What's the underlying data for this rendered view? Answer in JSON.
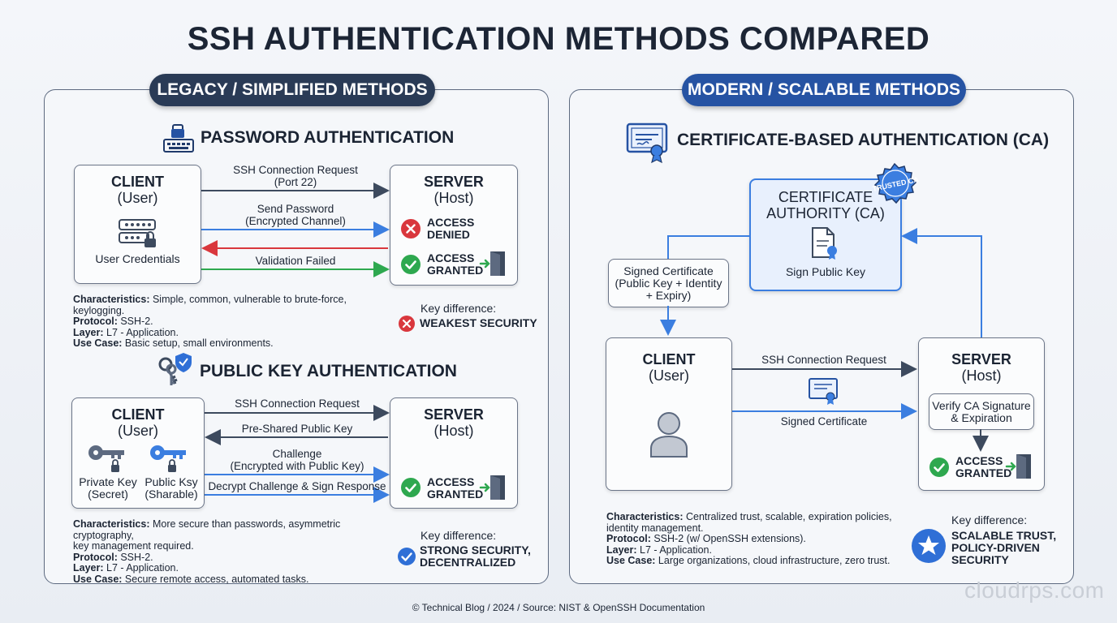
{
  "title": "SSH AUTHENTICATION METHODS COMPARED",
  "left_panel": {
    "header": "LEGACY / SIMPLIFIED METHODS",
    "password": {
      "heading": "PASSWORD AUTHENTICATION",
      "client_title": "CLIENT",
      "client_sub": "(User)",
      "client_caption": "User Credentials",
      "server_title": "SERVER",
      "server_sub": "(Host)",
      "arrows": [
        "SSH Connection Request",
        "(Port 22)",
        "Send Password",
        "(Encrypted Channel)",
        "Validation Failed"
      ],
      "denied": [
        "ACCESS",
        "DENIED"
      ],
      "granted": [
        "ACCESS",
        "GRANTED"
      ],
      "char_label": "Characteristics:",
      "char_text": " Simple, common, vulnerable to brute-force, keylogging.",
      "protocol_label": "Protocol:",
      "protocol_text": " SSH-2.",
      "layer_label": "Layer:",
      "layer_text": " L7 - Application.",
      "usecase_label": "Use Case:",
      "usecase_text": " Basic setup, small environments.",
      "keydiff_label": "Key difference:",
      "keydiff_value": "WEAKEST SECURITY"
    },
    "publickey": {
      "heading": "PUBLIC KEY AUTHENTICATION",
      "client_title": "CLIENT",
      "client_sub": "(User)",
      "private_key": [
        "Private Key",
        "(Secret)"
      ],
      "public_key": [
        "Public Ksy",
        "(Sharable)"
      ],
      "server_title": "SERVER",
      "server_sub": "(Host)",
      "arrows": [
        "SSH Connection Request",
        "Pre-Shared Public Key",
        "Challenge",
        "(Encrypted with Public Key)",
        "Decrypt Challenge & Sign Response"
      ],
      "granted": [
        "ACCESS",
        "GRANTED"
      ],
      "char_label": "Characteristics:",
      "char_text": " More secure than passwords, asymmetric cryptography,",
      "char_text2": "key management required.",
      "protocol_label": "Protocol:",
      "protocol_text": " SSH-2.",
      "layer_label": "Layer:",
      "layer_text": " L7 - Application.",
      "usecase_label": "Use Case:",
      "usecase_text": " Secure remote access, automated tasks.",
      "keydiff_label": "Key difference:",
      "keydiff_value": [
        "STRONG SECURITY,",
        "DECENTRALIZED"
      ]
    }
  },
  "right_panel": {
    "header": "MODERN / SCALABLE METHODS",
    "heading": "CERTIFICATE-BASED AUTHENTICATION (CA)",
    "ca_title": [
      "CERTIFICATE",
      "AUTHORITY (CA)"
    ],
    "ca_badge": "TRUSTED CA",
    "ca_caption": "Sign Public Key",
    "signed_cert_box": [
      "Signed Certificate",
      "(Public Key + Identity",
      "+ Expiry)"
    ],
    "client_title": "CLIENT",
    "client_sub": "(User)",
    "server_title": "SERVER",
    "server_sub": "(Host)",
    "arrow_request": "SSH Connection Request",
    "arrow_cert": "Signed Certificate",
    "verify_box": [
      "Verify CA Signature",
      "& Expiration"
    ],
    "granted": [
      "ACCESS",
      "GRANTED"
    ],
    "char_label": "Characteristics:",
    "char_text": " Centralized trust, scalable, expiration policies,",
    "char_text2": "identity management.",
    "protocol_label": "Protocol:",
    "protocol_text": " SSH-2 (w/ OpenSSH extensions).",
    "layer_label": "Layer:",
    "layer_text": " L7 - Application.",
    "usecase_label": "Use Case:",
    "usecase_text": " Large organizations, cloud infrastructure, zero trust.",
    "keydiff_label": "Key difference:",
    "keydiff_value": [
      "SCALABLE TRUST,",
      "POLICY-DRIVEN",
      "SECURITY"
    ]
  },
  "footer": "© Technical Blog / 2024 / Source: NIST & OpenSSH Documentation",
  "watermark": "cloudrps.com",
  "colors": {
    "dark_navy": "#2a3b56",
    "blue": "#2653a3",
    "red": "#d9373d",
    "green": "#2ea84f",
    "arrow_blue": "#3b7ee0",
    "arrow_dark": "#3d4a5e"
  }
}
